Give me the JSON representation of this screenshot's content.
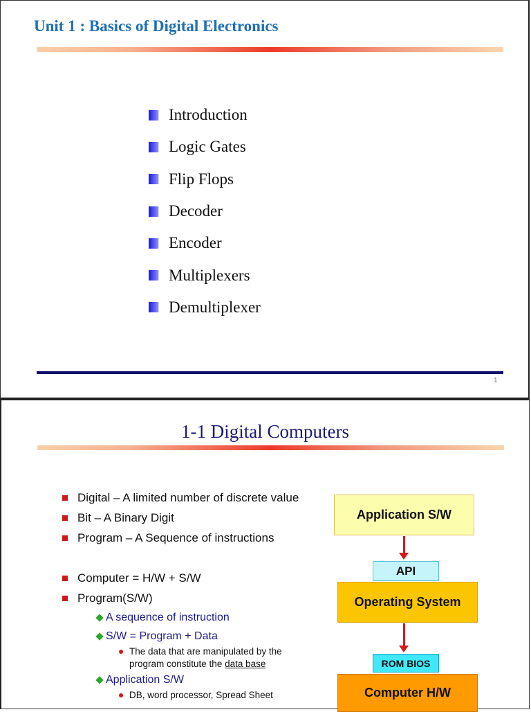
{
  "slide1": {
    "title": "Unit 1 : Basics of Digital Electronics",
    "bullets": [
      "Introduction",
      "Logic Gates",
      "Flip Flops",
      "Decoder",
      "Encoder",
      "Multiplexers",
      "Demultiplexer"
    ],
    "page_number": "1",
    "colors": {
      "title": "#1f6fb4",
      "bullet": "#1a1ae6",
      "footer_line": "#10106b"
    }
  },
  "slide2": {
    "title": "1-1 Digital Computers",
    "points": [
      "Digital – A limited number of discrete value",
      "Bit – A Binary Digit",
      "Program – A Sequence of instructions",
      "Computer = H/W + S/W",
      "Program(S/W)"
    ],
    "sub_points": {
      "a_sequence": "A sequence of instruction",
      "sw_eq": "S/W = Program + Data",
      "data_note_pre": "The data that are manipulated by the program constitute the ",
      "data_note_link": "data base",
      "app_sw": "Application S/W",
      "app_examples": "DB, word processor, Spread Sheet"
    },
    "diagram": {
      "application": "Application S/W",
      "api": "API",
      "os": "Operating System",
      "rom_bios": "ROM BIOS",
      "hardware": "Computer H/W"
    },
    "colors": {
      "title": "#1a1a78",
      "bullet": "#cc1a1a",
      "diamond": "#2aa82a",
      "sub_text": "#1c1c8c",
      "arrow": "#d21b1b"
    }
  }
}
